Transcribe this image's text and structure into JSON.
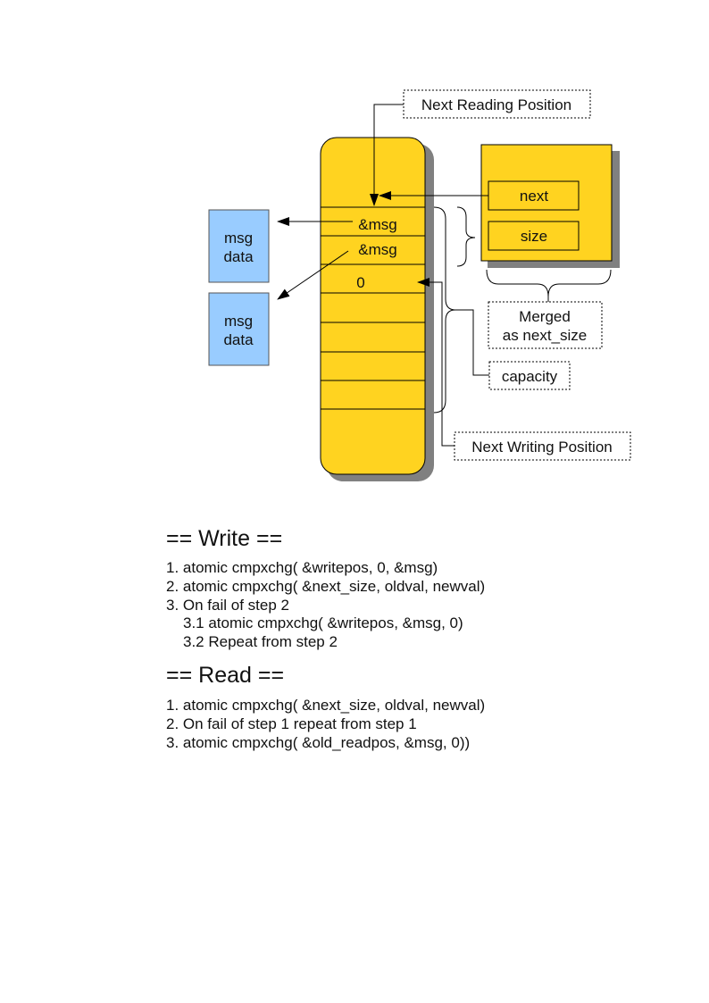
{
  "diagram": {
    "next_reading_position": "Next Reading Position",
    "next_writing_position": "Next Writing Position",
    "slot_1": "&msg",
    "slot_2": "&msg",
    "slot_3": "0",
    "msg_data_1": [
      "msg",
      "data"
    ],
    "msg_data_2": [
      "msg",
      "data"
    ],
    "next": "next",
    "size": "size",
    "merged": [
      "Merged",
      "as next_size"
    ],
    "capacity": "capacity",
    "colors": {
      "buffer_fill": "#ffd320",
      "msg_fill": "#99ccff",
      "shadow": "#808080"
    }
  },
  "write_section": {
    "title": "== Write ==",
    "steps": [
      "1. atomic cmpxchg( &writepos, 0, &msg)",
      "2. atomic cmpxchg( &next_size, oldval, newval)",
      "3. On fail of step 2",
      "3.1 atomic cmpxchg( &writepos, &msg, 0)",
      "3.2 Repeat from step 2"
    ]
  },
  "read_section": {
    "title": "== Read ==",
    "steps": [
      "1. atomic cmpxchg( &next_size, oldval, newval)",
      "2. On fail of step 1 repeat from step 1",
      "3. atomic cmpxchg( &old_readpos, &msg, 0))"
    ]
  }
}
